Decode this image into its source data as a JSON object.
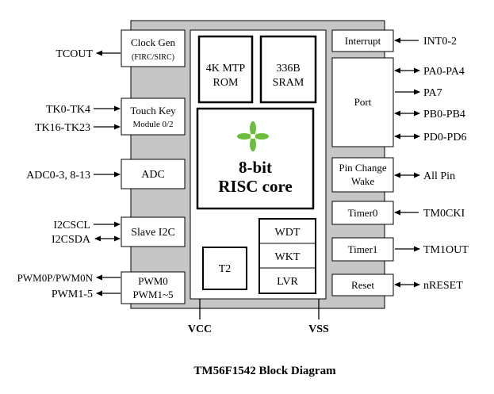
{
  "title": "TM56F1542 Block Diagram",
  "colors": {
    "chip": "#c6c6c6",
    "core": "#ffffff",
    "box": "#ffffff",
    "stroke": "#000000",
    "logo_green": "#6cbf3c"
  },
  "core": {
    "mtp": [
      "4K MTP",
      "ROM"
    ],
    "sram": [
      "336B",
      "SRAM"
    ],
    "cpu": [
      "8-bit",
      "RISC core"
    ],
    "logo_icon": "clover-logo-icon",
    "t2": "T2",
    "wdt": "WDT",
    "wkt": "WKT",
    "lvr": "LVR"
  },
  "left_blocks": {
    "clock_gen": {
      "title": "Clock Gen",
      "sub": "(FIRC/SIRC)"
    },
    "touch_key": {
      "title": "Touch Key",
      "sub": "Module 0/2"
    },
    "adc": "ADC",
    "slave_i2c": "Slave I2C",
    "pwm": [
      "PWM0",
      "PWM1~5"
    ]
  },
  "right_blocks": {
    "interrupt": "Interrupt",
    "port": "Port",
    "pin_change": [
      "Pin Change",
      "Wake"
    ],
    "timer0": "Timer0",
    "timer1": "Timer1",
    "reset": "Reset"
  },
  "left_pins": {
    "tcout": "TCOUT",
    "tk0": "TK0-TK4",
    "tk16": "TK16-TK23",
    "adc": "ADC0-3, 8-13",
    "i2cscl": "I2CSCL",
    "i2csda": "I2CSDA",
    "pwm0": "PWM0P/PWM0N",
    "pwm1": "PWM1-5"
  },
  "right_pins": {
    "int": "INT0-2",
    "pa0": "PA0-PA4",
    "pa7": "PA7",
    "pb0": "PB0-PB4",
    "pd0": "PD0-PD6",
    "allpin": "All Pin",
    "tm0cki": "TM0CKI",
    "tm1out": "TM1OUT",
    "nreset": "nRESET"
  },
  "bottom_pins": {
    "vcc": "VCC",
    "vss": "VSS"
  }
}
